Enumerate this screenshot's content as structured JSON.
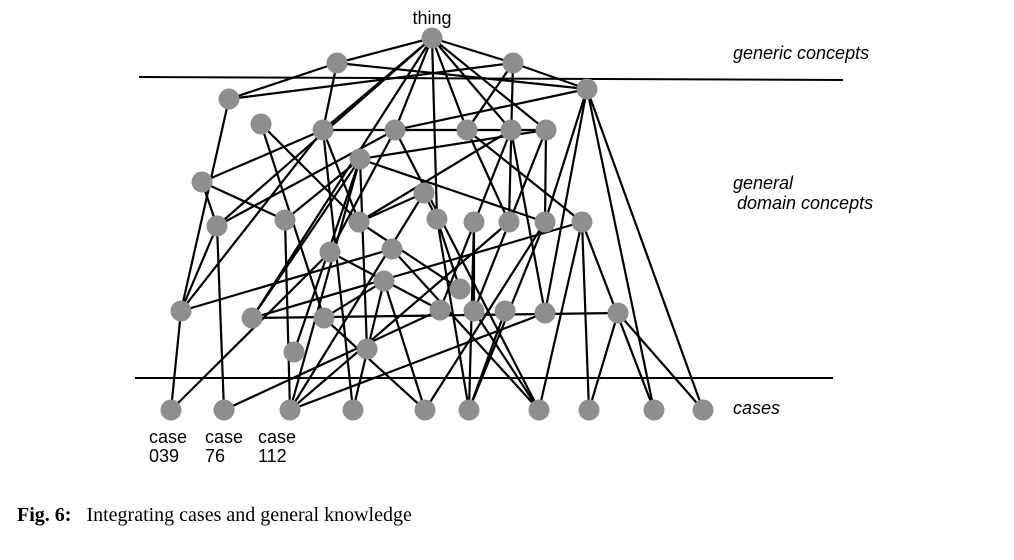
{
  "diagram": {
    "top_label": "thing",
    "layer_labels": {
      "generic": "generic concepts",
      "general_line1": "general",
      "general_line2": "domain concepts",
      "cases": "cases"
    },
    "case_labels": [
      {
        "line1": "case",
        "line2": "039"
      },
      {
        "line1": "case",
        "line2": "76"
      },
      {
        "line1": "case",
        "line2": "112"
      }
    ],
    "colors": {
      "node": "#8e8e8e",
      "edge": "#000000",
      "text": "#000000"
    }
  },
  "caption": {
    "prefix": "Fig. 6:",
    "text": "Integrating cases and general knowledge"
  }
}
